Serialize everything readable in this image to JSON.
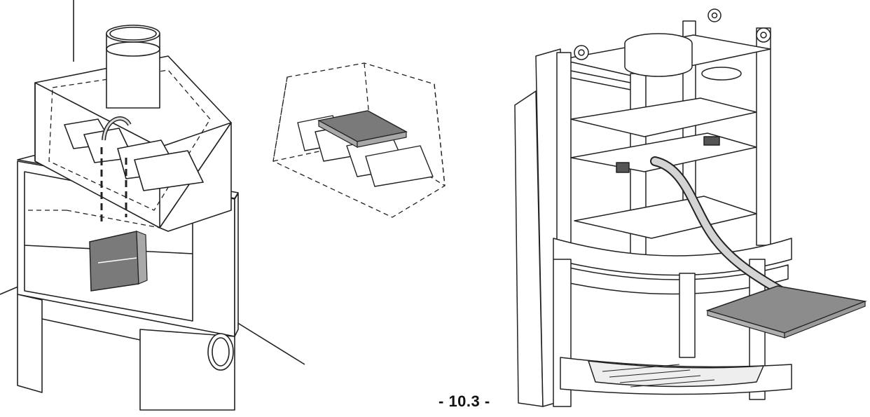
{
  "caption": "- 10.3 -",
  "colors": {
    "line": "#222222",
    "panel_dark": "#7a7a7a",
    "panel_mid": "#a8a8a8",
    "arrow_fill": "#c8c8c8",
    "tray_fill": "#8c8c8c"
  },
  "illustrations": [
    {
      "id": "fig-left",
      "subject": "fireplace-hood-with-baffles"
    },
    {
      "id": "fig-middle",
      "subject": "baffle-set-with-deflector-plate"
    },
    {
      "id": "fig-right",
      "subject": "stove-frame-with-removed-tray"
    }
  ]
}
